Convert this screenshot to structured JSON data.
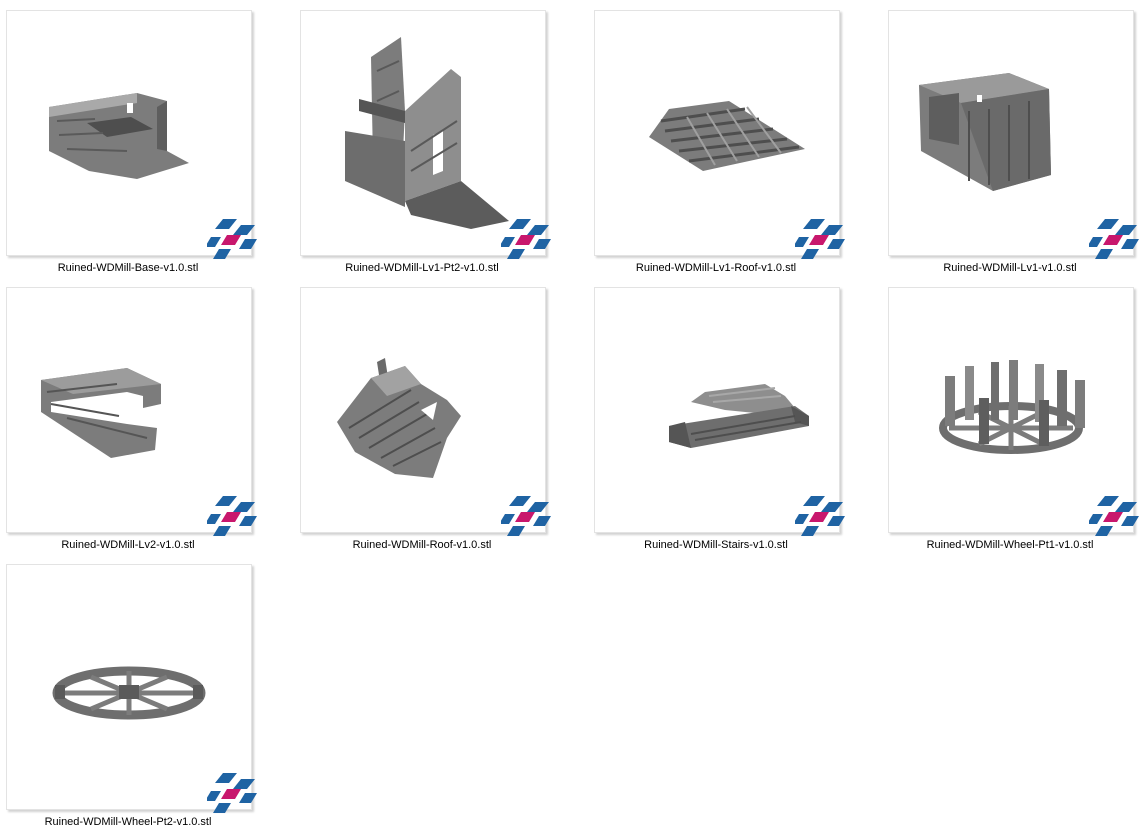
{
  "files": [
    {
      "name": "Ruined-WDMill-Base-v1.0.stl",
      "model": "base"
    },
    {
      "name": "Ruined-WDMill-Lv1-Pt2-v1.0.stl",
      "model": "wall"
    },
    {
      "name": "Ruined-WDMill-Lv1-Roof-v1.0.stl",
      "model": "floor"
    },
    {
      "name": "Ruined-WDMill-Lv1-v1.0.stl",
      "model": "box"
    },
    {
      "name": "Ruined-WDMill-Lv2-v1.0.stl",
      "model": "lwall"
    },
    {
      "name": "Ruined-WDMill-Roof-v1.0.stl",
      "model": "roof"
    },
    {
      "name": "Ruined-WDMill-Stairs-v1.0.stl",
      "model": "stairs"
    },
    {
      "name": "Ruined-WDMill-Wheel-Pt1-v1.0.stl",
      "model": "wheel1"
    },
    {
      "name": "Ruined-WDMill-Wheel-Pt2-v1.0.stl",
      "model": "wheel2"
    }
  ],
  "colors": {
    "model_fill": "#7c7c7c",
    "model_dark": "#4e4e4e",
    "model_light": "#a9a9a9",
    "badge_blue": "#1f63a3",
    "badge_pink": "#c8176d"
  },
  "icons": {
    "thumbnail": "stl-model-preview",
    "badge": "3d-builder-app-icon"
  }
}
